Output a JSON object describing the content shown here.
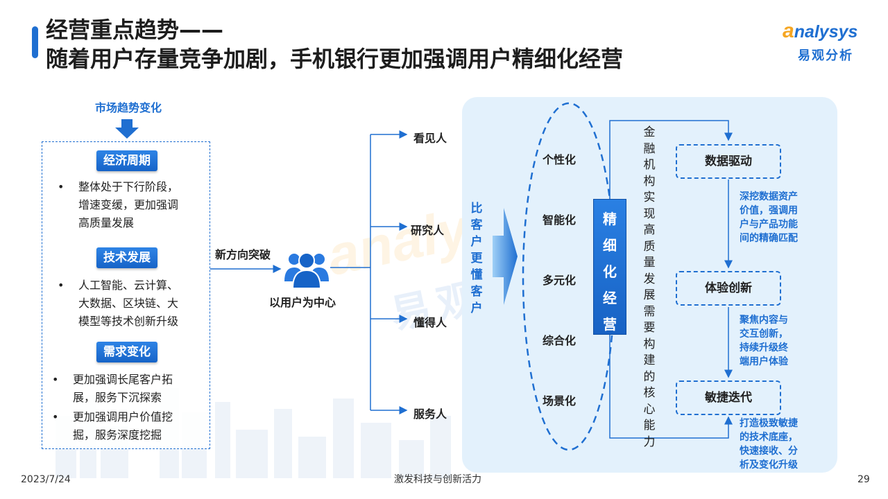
{
  "header": {
    "title_line1": "经营重点趋势——",
    "title_line2": "随着用户存量竞争加剧，手机银行更加强调用户精细化经营"
  },
  "logo": {
    "text_en_a": "a",
    "text_en_rest": "nalysys",
    "text_cn": "易观分析"
  },
  "left": {
    "heading": "市场趋势变化",
    "sections": [
      {
        "tag": "经济周期",
        "bullets": [
          [
            "整体处于下行阶段，",
            "增速变缓，更加强调",
            "高质量发展"
          ]
        ]
      },
      {
        "tag": "技术发展",
        "bullets": [
          [
            "人工智能、云计算、",
            "大数据、区块链、大",
            "模型等技术创新升级"
          ]
        ]
      },
      {
        "tag": "需求变化",
        "bullets": [
          [
            "更加强调长尾客户拓",
            "展，服务下沉探索"
          ],
          [
            "更加强调用户价值挖",
            "掘，服务深度挖掘"
          ]
        ]
      }
    ],
    "bullet_char": "•"
  },
  "center": {
    "new_direction": "新方向突破",
    "user_center": "以用户为中心",
    "branches": [
      "看见人",
      "研究人",
      "懂得人",
      "服务人"
    ]
  },
  "right": {
    "compare_text": "比客户更懂客户",
    "hua_items": [
      "个性化",
      "智能化",
      "多元化",
      "综合化",
      "场景化"
    ],
    "fine_ops": "精细化经营",
    "vertical_text": "金融机构实现高质量发展需要构建的核心能力",
    "capabilities": [
      {
        "label": "数据驱动",
        "desc": [
          "深挖数据资产",
          "价值，强调用",
          "户与产品功能",
          "间的精确匹配"
        ]
      },
      {
        "label": "体验创新",
        "desc": [
          "聚焦内容与",
          "交互创新，",
          "持续升级终",
          "端用户体验"
        ]
      },
      {
        "label": "敏捷迭代",
        "desc": [
          "打造极致敏捷",
          "的技术底座，",
          "快速接收、分",
          "析及变化升级"
        ]
      }
    ]
  },
  "footer": {
    "date": "2023/7/24",
    "slogan": "激发科技与创新活力",
    "page": "29"
  },
  "colors": {
    "accent": "#1f6fd1",
    "logo_orange": "#f5a623",
    "panel_bg": "#e3f1fc"
  }
}
